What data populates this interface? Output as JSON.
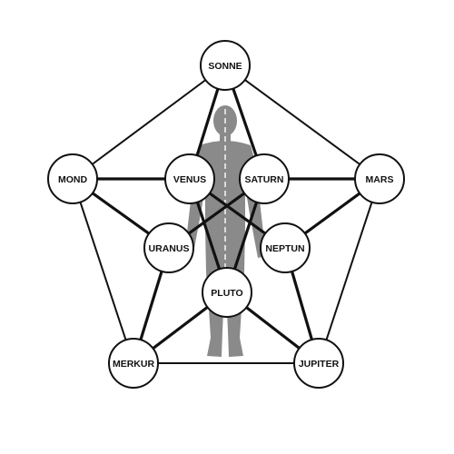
{
  "colors": {
    "background": "#ffffff",
    "line": "#111111",
    "node_fill": "#ffffff",
    "node_stroke": "#111111",
    "figure": "#8a8a8a",
    "axis_dash": "#ffffff"
  },
  "nodes": {
    "sonne": {
      "label": "SONNE"
    },
    "mond": {
      "label": "MOND"
    },
    "venus": {
      "label": "VENUS"
    },
    "saturn": {
      "label": "SATURN"
    },
    "mars": {
      "label": "MARS"
    },
    "uranus": {
      "label": "URANUS"
    },
    "neptun": {
      "label": "NEPTUN"
    },
    "pluto": {
      "label": "PLUTO"
    },
    "merkur": {
      "label": "MERKUR"
    },
    "jupiter": {
      "label": "JUPITER"
    }
  }
}
